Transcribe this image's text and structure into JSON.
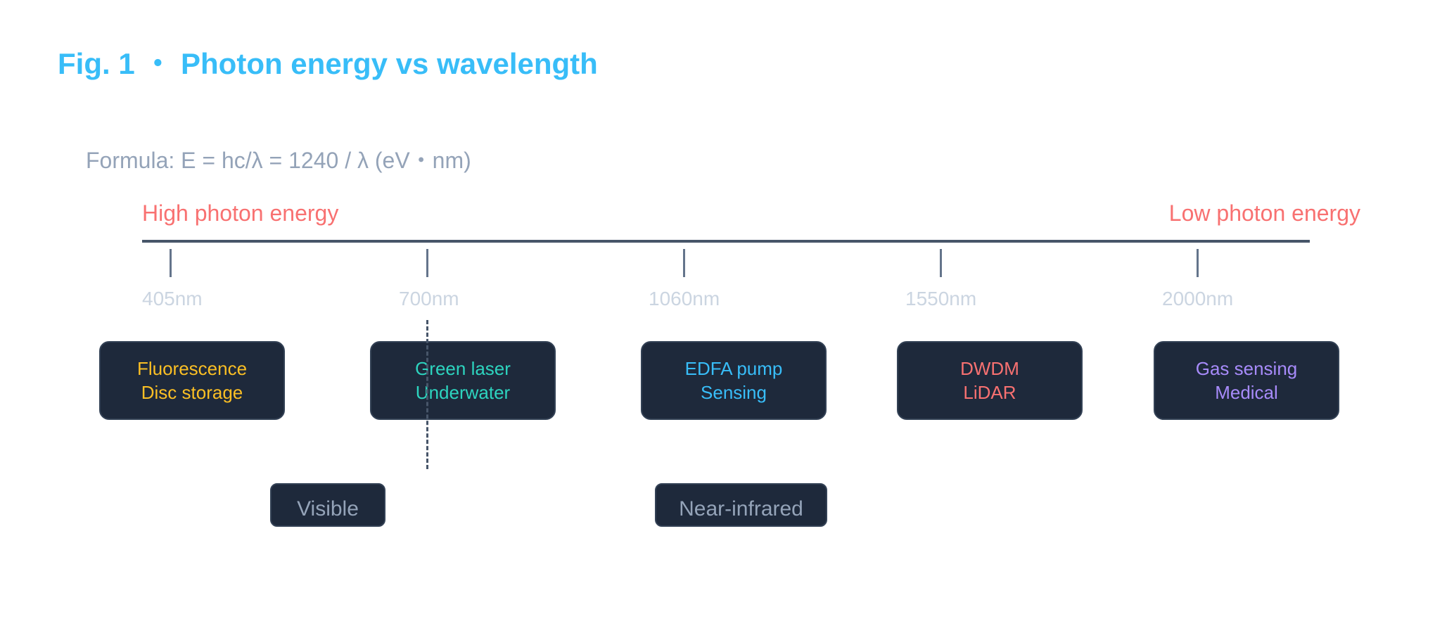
{
  "title": "Fig. 1 ・ Photon energy vs wavelength",
  "formula": "Formula: E = hc/λ = 1240 / λ (eV・nm)",
  "energy_labels": {
    "high": "High photon energy",
    "low": "Low photon energy"
  },
  "wavelengths": [
    "405nm",
    "700nm",
    "1060nm",
    "1550nm",
    "2000nm"
  ],
  "applications": [
    {
      "line1": "Fluorescence",
      "line2": "Disc storage",
      "color": "#fbbf24"
    },
    {
      "line1": "Green laser",
      "line2": "Underwater",
      "color": "#2dd4bf"
    },
    {
      "line1": "EDFA pump",
      "line2": "Sensing",
      "color": "#38bdf8"
    },
    {
      "line1": "DWDM",
      "line2": "LiDAR",
      "color": "#f87171"
    },
    {
      "line1": "Gas sensing",
      "line2": "Medical",
      "color": "#a78bfa"
    }
  ],
  "regions": [
    "Visible",
    "Near-infrared"
  ],
  "colors": {
    "title": "#38bdf8",
    "energy": "#f87171",
    "box_bg": "#1e293b",
    "axis": "#475569"
  }
}
